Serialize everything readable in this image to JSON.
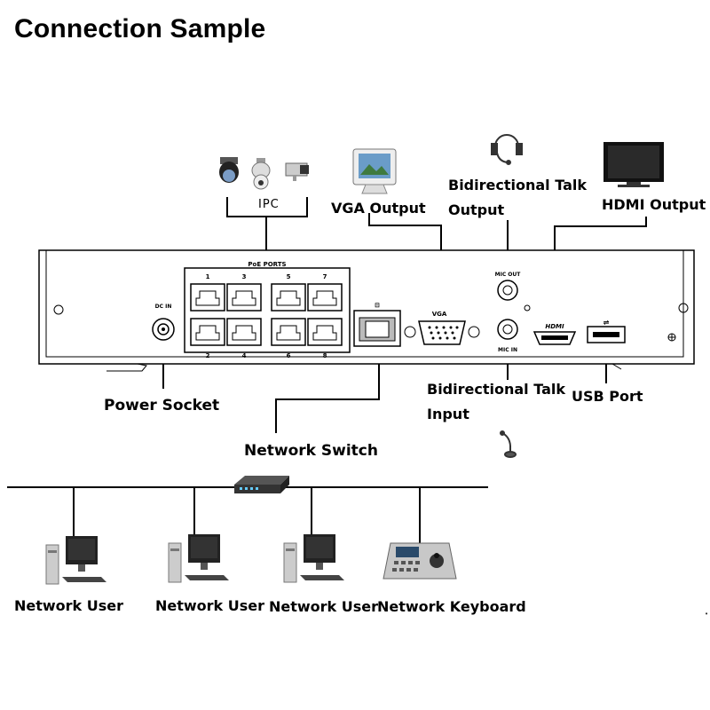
{
  "title": "Connection Sample",
  "labels": {
    "ipc": "IPC",
    "vga_output": "VGA Output",
    "talk_output_l1": "Bidirectional Talk",
    "talk_output_l2": "Output",
    "hdmi_output": "HDMI Output",
    "power_socket": "Power Socket",
    "talk_input_l1": "Bidirectional Talk",
    "talk_input_l2": "Input",
    "usb_port": "USB Port",
    "network_switch": "Network Switch",
    "network_user_1": "Network User",
    "network_user_2": "Network User",
    "network_user_3": "Network User",
    "network_keyboard": "Network Keyboard"
  },
  "panel": {
    "poe_ports": "PoE PORTS",
    "port_top": [
      "1",
      "3",
      "5",
      "7"
    ],
    "port_bottom": [
      "2",
      "4",
      "6",
      "8"
    ],
    "dc_in": "DC IN",
    "vga": "VGA",
    "mic_out": "MIC OUT",
    "mic_in": "MIC IN",
    "hdmi": "HDMI"
  }
}
